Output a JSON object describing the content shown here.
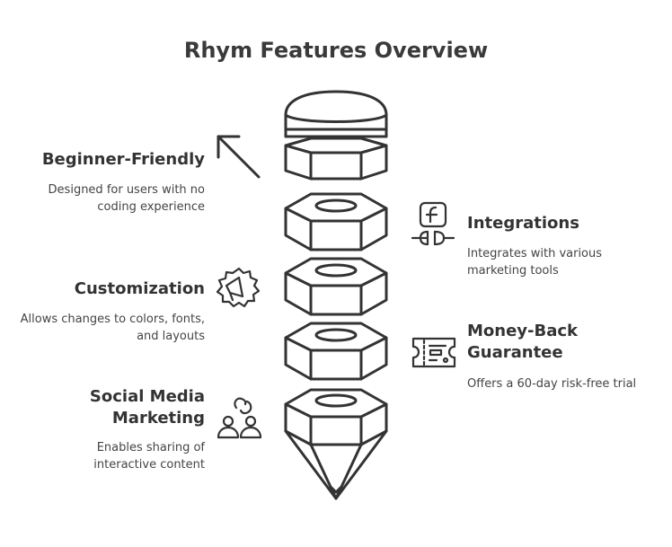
{
  "title": "Rhym Features Overview",
  "features": [
    {
      "title": "Beginner-Friendly",
      "description": "Designed for users with no coding experience",
      "icon": "arrow-up-left-icon"
    },
    {
      "title": "Integrations",
      "description": "Integrates with various marketing tools",
      "icon": "facebook-plug-icon"
    },
    {
      "title": "Customization",
      "description": "Allows changes to colors, fonts, and layouts",
      "icon": "megaphone-badge-icon"
    },
    {
      "title": "Money-Back Guarantee",
      "description": "Offers a 60-day risk-free trial",
      "icon": "ticket-icon"
    },
    {
      "title": "Social Media Marketing",
      "description": "Enables sharing of interactive content",
      "icon": "people-sharing-icon"
    }
  ],
  "colors": {
    "stroke": "#333333",
    "background": "#ffffff"
  }
}
